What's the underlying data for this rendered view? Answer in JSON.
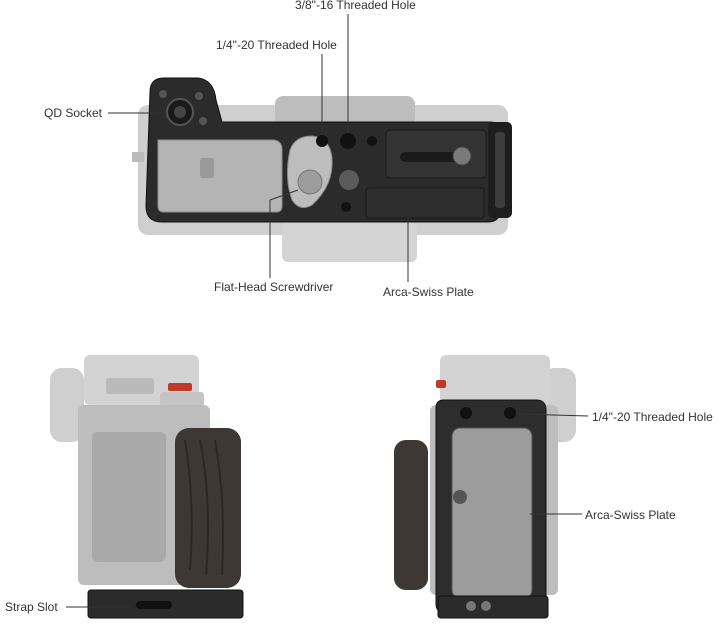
{
  "colors": {
    "background": "#ffffff",
    "camera_body": "#c8c8c8",
    "camera_shade": "#a9a9a9",
    "cage_metal": "#2b2b2b",
    "cage_edge": "#111111",
    "wood_grip": "#3d3834",
    "leader_line": "#333333",
    "label_text": "#333333",
    "accent_dial": "#c0392b"
  },
  "icons": [
    "screw-hole-icon",
    "qd-socket-icon",
    "screwdriver-icon"
  ],
  "views": {
    "top": {
      "labels": {
        "threaded_38": "3/8\"-16 Threaded Hole",
        "threaded_14": "1/4\"-20 Threaded Hole",
        "qd_socket": "QD Socket",
        "screwdriver": "Flat-Head Screwdriver",
        "arca": "Arca-Swiss Plate"
      }
    },
    "left": {
      "labels": {
        "strap_slot": "Strap Slot"
      }
    },
    "right": {
      "labels": {
        "threaded_14": "1/4\"-20 Threaded Hole",
        "arca": "Arca-Swiss Plate"
      }
    }
  }
}
